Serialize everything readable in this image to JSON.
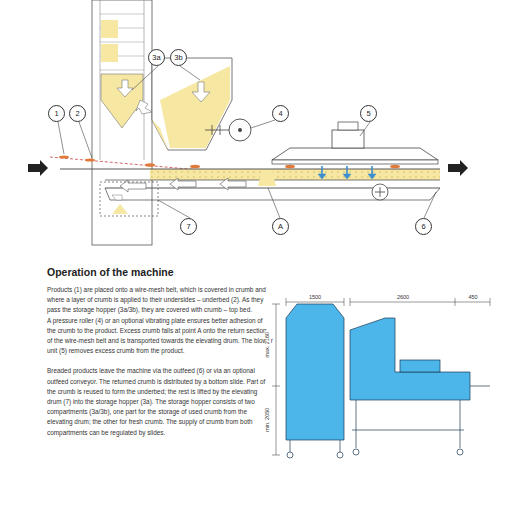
{
  "diagram": {
    "title": "Operation of the machine",
    "nodes": [
      {
        "text": [
          "1"
        ]
      },
      {
        "text": [
          "2"
        ]
      },
      {
        "text": [
          "3a"
        ]
      },
      {
        "text": [
          "3b"
        ]
      },
      {
        "text": [
          "4"
        ]
      },
      {
        "text": [
          "5"
        ]
      },
      {
        "text": [
          "7"
        ]
      },
      {
        "text": [
          "A"
        ]
      },
      {
        "text": [
          "6"
        ]
      }
    ],
    "labels": [
      "Products (1) are placed onto a wire-mesh belt, which is covered in crumb and where a layer of crumb is applied to their undersides – underbed (2). As they pass the storage hopper (3a/3b), they are covered with crumb – top bed.",
      "A pressure roller (4) or an optional vibrating plate ensures better adhesion of the crumb to the product. Excess crumb falls at point A onto the return section of the wire-mesh belt and is transported towards the elevating drum. The blower unit (5) removes excess crumb from the product.",
      "Breaded products leave the machine via the outfeed (6) or via an optional outfeed conveyor. The returned crumb is distributed by a bottom slide. Part of the crumb is reused to form the underbed; the rest is lifted by the elevating drum (7) into the storage hopper (3a). The storage hopper consists of two compartments (3a/3b), one part for the storage of used crumb from the elevating drum; the other for fresh crumb. The supply of crumb from both compartments can be regulated by slides.",
      "1500",
      "2600",
      "450",
      "max. 2160",
      "min. 2050"
    ]
  }
}
